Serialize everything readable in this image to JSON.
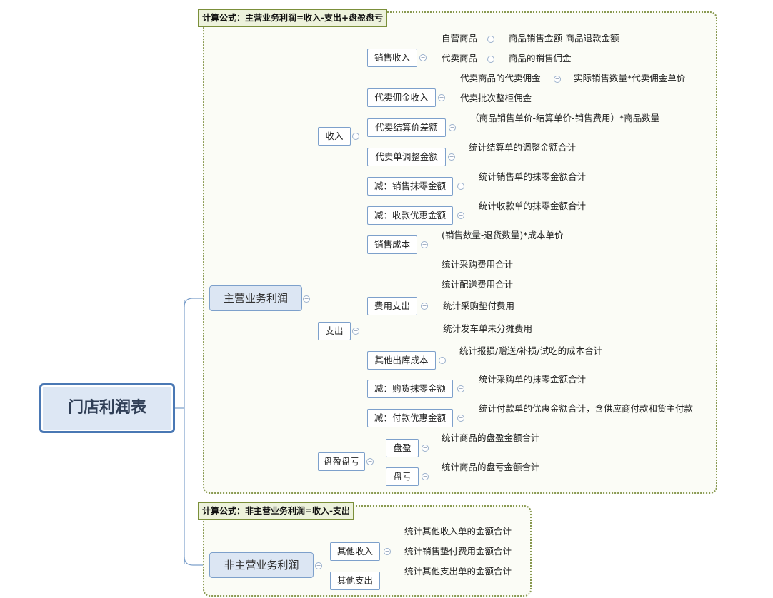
{
  "root": {
    "label": "门店利润表"
  },
  "main": {
    "label": "主营业务利润",
    "formula": "计算公式：主营业务利润=收入-支出+盘盈盘亏",
    "income": {
      "label": "收入",
      "items": [
        {
          "label": "销售收入",
          "children": [
            {
              "label": "自营商品",
              "detail": "商品销售金额-商品退款金额"
            },
            {
              "label": "代卖商品",
              "detail": "商品的销售佣金"
            }
          ]
        },
        {
          "label": "代卖佣金收入",
          "children": [
            {
              "label": "代卖商品的代卖佣金",
              "detail": "实际销售数量*代卖佣金单价"
            },
            {
              "label": "代卖批次整柜佣金"
            }
          ]
        },
        {
          "label": "代卖结算价差额",
          "note": "（商品销售单价-结算单价-销售费用）*商品数量"
        },
        {
          "label": "代卖单调整金额",
          "note": "统计结算单的调整金额合计"
        },
        {
          "label": "减：销售抹零金额",
          "note": "统计销售单的抹零金额合计"
        },
        {
          "label": "减：收款优惠金额",
          "note": "统计收款单的抹零金额合计"
        }
      ]
    },
    "expense": {
      "label": "支出",
      "items": [
        {
          "label": "销售成本",
          "note": "(销售数量-退货数量)*成本单价"
        },
        {
          "label": "费用支出",
          "children": [
            "统计采购费用合计",
            "统计配送费用合计",
            "统计采购垫付费用",
            "统计发车单未分摊费用"
          ]
        },
        {
          "label": "其他出库成本",
          "note": "统计报损/赠送/补损/试吃的成本合计"
        },
        {
          "label": "减：购货抹零金额",
          "note": "统计采购单的抹零金额合计"
        },
        {
          "label": "减：付款优惠金额",
          "note": "统计付款单的优惠金额合计，含供应商付款和货主付款"
        }
      ]
    },
    "inventory": {
      "label": "盘盈盘亏",
      "items": [
        {
          "label": "盘盈",
          "note": "统计商品的盘盈金额合计"
        },
        {
          "label": "盘亏",
          "note": "统计商品的盘亏金额合计"
        }
      ]
    }
  },
  "nonmain": {
    "label": "非主营业务利润",
    "formula": "计算公式：非主营业务利润=收入-支出",
    "items": [
      {
        "label": "其他收入",
        "children": [
          "统计其他收入单的金额合计",
          "统计销售垫付费用金额合计"
        ]
      },
      {
        "label": "其他支出",
        "note": "统计其他支出单的金额合计"
      }
    ]
  },
  "colors": {
    "connector": "#7da0cb",
    "boundary": "#8a9a52",
    "root_border": "#4a78b4",
    "main_fill": "#dce6f3"
  },
  "icons": {
    "collapse": "collapse-circle-icon"
  }
}
